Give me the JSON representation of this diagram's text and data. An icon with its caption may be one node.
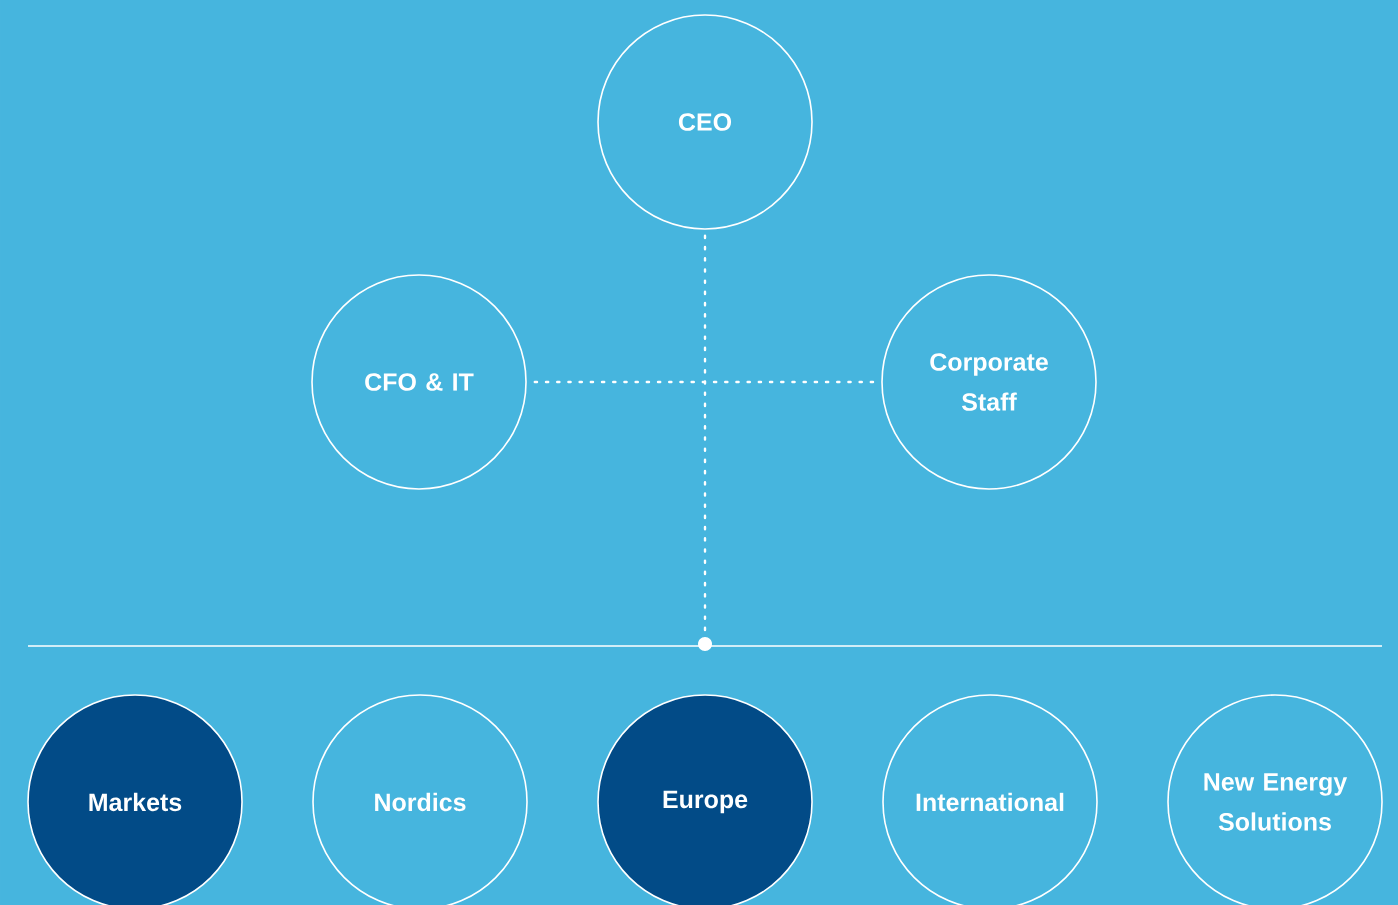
{
  "diagram": {
    "nodes": [
      {
        "text": [
          "CEO"
        ]
      },
      {
        "text": [
          "CFO & IT"
        ]
      },
      {
        "text": [
          "Corporate Staff"
        ]
      },
      {
        "text": [],
        "shape": "bar"
      },
      {
        "text": [
          "Markets"
        ]
      },
      {
        "text": [
          "Nordics"
        ]
      },
      {
        "text": [
          "Europe"
        ]
      },
      {
        "text": [
          "International"
        ]
      },
      {
        "text": [
          "New Energy Solutions"
        ]
      }
    ],
    "edges": [
      {
        "from": 0,
        "to": 3,
        "arrow": "other",
        "style": "dashed"
      },
      {
        "from": 1,
        "to": 2,
        "arrow": "none",
        "style": "dashed"
      }
    ]
  }
}
